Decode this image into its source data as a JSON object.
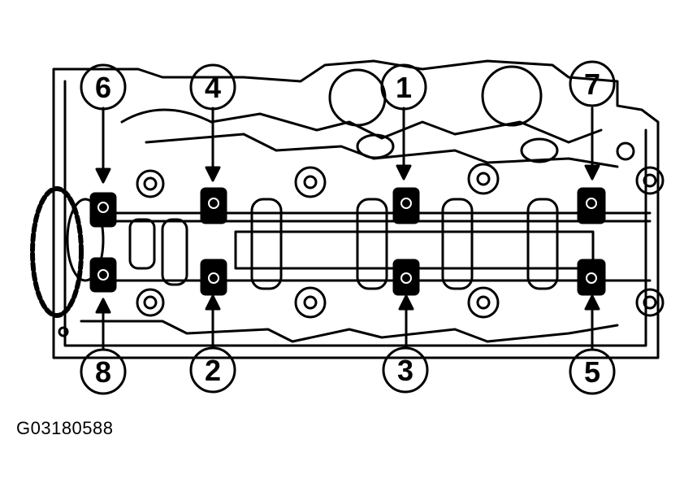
{
  "figure_code": "G03180588",
  "callouts": [
    {
      "id": "1",
      "label": "1"
    },
    {
      "id": "2",
      "label": "2"
    },
    {
      "id": "3",
      "label": "3"
    },
    {
      "id": "4",
      "label": "4"
    },
    {
      "id": "5",
      "label": "5"
    },
    {
      "id": "6",
      "label": "6"
    },
    {
      "id": "7",
      "label": "7"
    },
    {
      "id": "8",
      "label": "8"
    }
  ]
}
